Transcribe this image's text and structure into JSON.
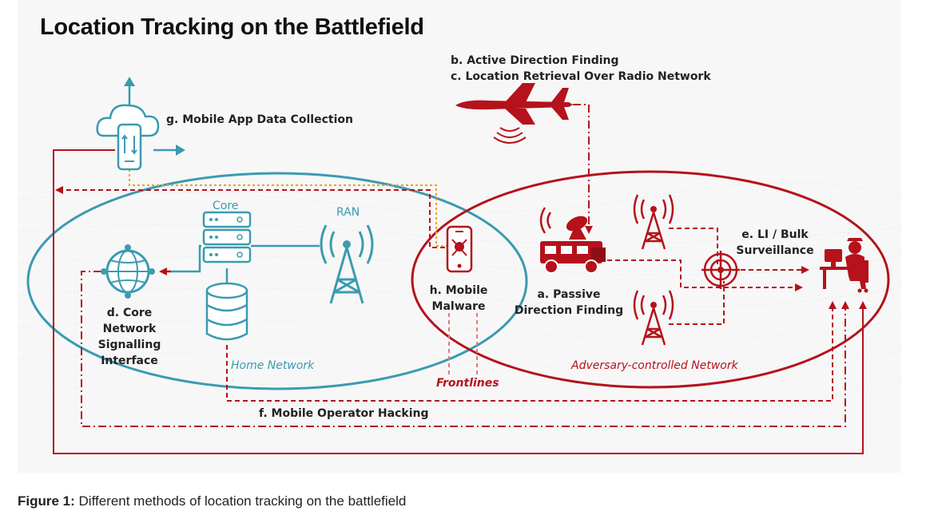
{
  "title": "Location Tracking on the Battlefield",
  "labels": {
    "active_df": "b.  Active Direction Finding",
    "location_retrieval": "c.  Location Retrieval Over Radio Network",
    "app_data": "g. Mobile App Data Collection",
    "core": "Core",
    "ran": "RAN",
    "core_net_1": "d. Core",
    "core_net_2": "Network",
    "core_net_3": "Signalling",
    "core_net_4": "Interface",
    "malware_1": "h. Mobile",
    "malware_2": "Malware",
    "passive_1": "a.  Passive",
    "passive_2": "Direction Finding",
    "li_1": "e.  LI / Bulk",
    "li_2": "Surveillance",
    "home_network": "Home Network",
    "adversary_network": "Adversary-controlled Network",
    "frontlines": "Frontlines",
    "operator_hacking": "f.  Mobile Operator Hacking"
  },
  "caption": {
    "bold": "Figure 1:",
    "text": " Different methods of location tracking on the battlefield"
  },
  "colors": {
    "teal": "#3a9bb0",
    "red": "#b5121b",
    "orange": "#f0a020",
    "background": "#f7f7f7"
  }
}
